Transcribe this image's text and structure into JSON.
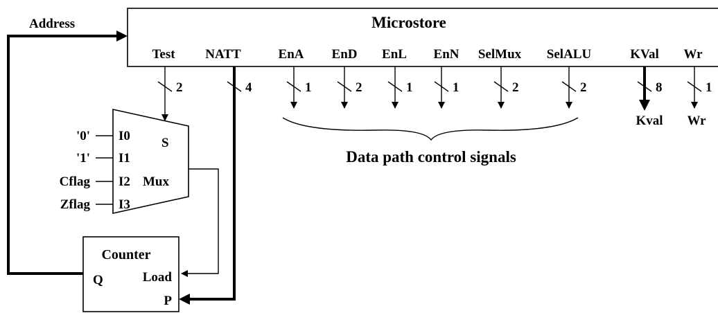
{
  "microstore": {
    "title": "Microstore",
    "address_label": "Address",
    "fields": [
      {
        "name": "Test",
        "width": "2"
      },
      {
        "name": "NATT",
        "width": "4"
      },
      {
        "name": "EnA",
        "width": "1"
      },
      {
        "name": "EnD",
        "width": "2"
      },
      {
        "name": "EnL",
        "width": "1"
      },
      {
        "name": "EnN",
        "width": "1"
      },
      {
        "name": "SelMux",
        "width": "2"
      },
      {
        "name": "SelALU",
        "width": "2"
      },
      {
        "name": "KVal",
        "width": "8"
      },
      {
        "name": "Wr",
        "width": "1"
      }
    ]
  },
  "outputs": {
    "kval": "Kval",
    "wr": "Wr"
  },
  "brace_label": "Data path control signals",
  "mux": {
    "label": "Mux",
    "select": "S",
    "inputs": [
      {
        "pin": "I0",
        "signal": "'0'"
      },
      {
        "pin": "I1",
        "signal": "'1'"
      },
      {
        "pin": "I2",
        "signal": "Cflag"
      },
      {
        "pin": "I3",
        "signal": "Zflag"
      }
    ]
  },
  "counter": {
    "title": "Counter",
    "q": "Q",
    "load": "Load",
    "p": "P"
  }
}
